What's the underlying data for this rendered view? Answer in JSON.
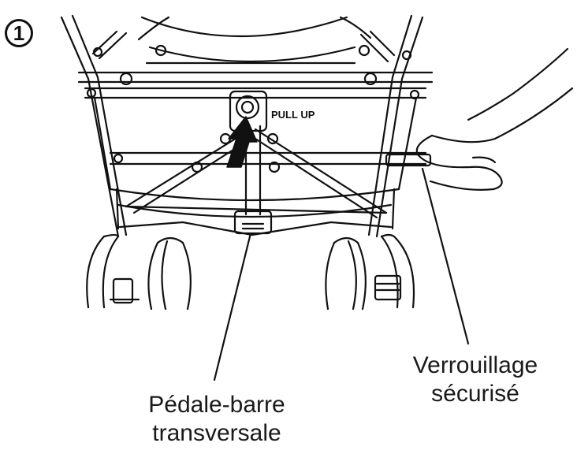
{
  "step": {
    "number": "1"
  },
  "diagram": {
    "arrow_text": "PULL UP",
    "labels": {
      "pedal_line1": "Pédale-barre",
      "pedal_line2": "transversale",
      "lock_line1": "Verrouillage",
      "lock_line2": "sécurisé"
    }
  },
  "icons": [
    "hand-icon",
    "pull-up-arrow-icon"
  ],
  "colors": {
    "line": "#111111",
    "background": "#ffffff"
  }
}
